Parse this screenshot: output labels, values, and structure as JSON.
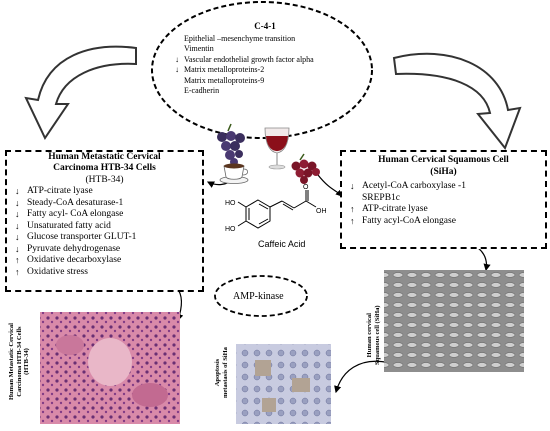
{
  "center": {
    "title": "C-4-1",
    "items": [
      {
        "arrow": "",
        "text": "Epithelial –mesenchyme transition"
      },
      {
        "arrow": "",
        "text": "Vimentin"
      },
      {
        "arrow": "down",
        "text": "Vascular endothelial growth factor alpha"
      },
      {
        "arrow": "down",
        "text": "Matrix metalloproteins-2"
      },
      {
        "arrow": "",
        "text": "Matrix metalloproteins-9"
      },
      {
        "arrow": "",
        "text": "E-cadherin"
      }
    ]
  },
  "left_box": {
    "title_line1": "Human Metastatic Cervical",
    "title_line2": "Carcinoma HTB-34 Cells",
    "subtitle": "(HTB-34)",
    "items": [
      {
        "arrow": "down",
        "text": "ATP-citrate lyase"
      },
      {
        "arrow": "down",
        "text": "Steady-CoA desaturase-1"
      },
      {
        "arrow": "down",
        "text": "Fatty acyl- CoA elongase"
      },
      {
        "arrow": "down",
        "text": "Unsaturated fatty acid"
      },
      {
        "arrow": "down",
        "text": "Glucose transporter GLUT-1"
      },
      {
        "arrow": "down",
        "text": "Pyruvate dehydrogenase"
      },
      {
        "arrow": "up",
        "text": "Oxidative decarboxylase"
      },
      {
        "arrow": "up",
        "text": "Oxidative stress"
      }
    ]
  },
  "right_box": {
    "title": "Human Cervical Squamous Cell",
    "subtitle": "(SiHa)",
    "items": [
      {
        "arrow": "down",
        "text": "Acetyl-CoA carboxylase -1"
      },
      {
        "arrow": "",
        "text": "SREPB1c"
      },
      {
        "arrow": "up",
        "text": "ATP-citrate lyase"
      },
      {
        "arrow": "up",
        "text": "Fatty acyl-CoA elongase"
      }
    ]
  },
  "compound_label": "Caffeic Acid",
  "ampk_label": "AMP-kinase",
  "image_labels": {
    "htb34_line1": "Human Metastatic Cervical",
    "htb34_line2": "Carcinoma HTB-34 Cells",
    "htb34_line3": "(HTB-34)",
    "apoptosis_line1": "Apoptosis",
    "apoptosis_line2": "metastasis of SiHa",
    "siha_line1": "Human cervical",
    "siha_line2": "Squamous cell (SiHa)"
  }
}
